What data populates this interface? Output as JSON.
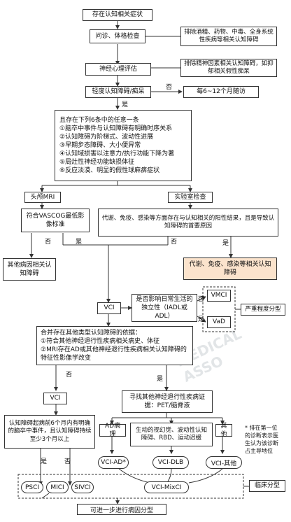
{
  "top": {
    "suspect": "存在认知相关症状",
    "exam": "问诊、体格检查",
    "exclude1": "排除酒精、药物、中毒、全身系统性疾病等相关认知障碍",
    "neuro": "神经心理评估",
    "exclude2": "排除精神因素相关认知障碍，如抑郁相关假性痴呆",
    "mild": "轻度认知障碍/痴呆",
    "no": "否",
    "followup": "每6~12个月随访",
    "yes": "是"
  },
  "criteria": {
    "title": "且存在下列6条中的任意一条",
    "items": [
      "①脑卒中事件与认知障碍有明确时序关系",
      "②认知障碍为阶梯式、波动性进展",
      "③早期步态障碍、大小便异常",
      "④认知域损害以注意力/执行功能下降为著",
      "⑤局灶性神经功能缺损体征",
      "⑥反应淡漠、明显的假性球麻痹症状"
    ]
  },
  "branches": {
    "mri": "头颅MRI",
    "lab": "实验室检查",
    "vascog": "符合VASCOG最低影像标准",
    "lab_result": "代谢、免疫、感染等方面存在与认知相关的阳性结果，且是导致认知障碍的首要原因",
    "no": "否",
    "yes": "是",
    "other": "其他病因相关认知障碍",
    "metabolic": "代谢、免疫、感染等相关认知障碍"
  },
  "middle": {
    "vci": "VCI",
    "adl_q": "是否影响日常生活的独立性（IADL或ADL）",
    "no": "否",
    "yes": "是",
    "vmci": "VMCI",
    "vad": "VaD",
    "severity": "严重程度分型",
    "merge_title": "合并存在其他类型认知障碍的依据：",
    "merge_1": "①符合其他神经退行性疾病相关病史、体征",
    "merge_2": "②MRI存在AD或其他神经退行性疾病相关认知障碍的特征性影像学改变"
  },
  "lower": {
    "no": "否",
    "yes": "是",
    "vci": "VCI",
    "onset": "认知障碍起病前6个月内有明确的脑卒中事件，且认知障碍持续至少3个月以上",
    "search": "寻找其他神经退行性疾病证据：PET/脑脊液",
    "ad": "AD病理",
    "dlb": "生动的视幻觉、波动性认知障碍、RBD、运动迟缓",
    "other": "其他",
    "note": "* 排在第一位的诊断表示医生认为该诊断占主导地位",
    "vci_ad": "VCI-AD*",
    "vci_dlb": "VCI-DLB",
    "vci_other": "VCI-其他",
    "psci": "PSCI",
    "mici": "MICI",
    "sivci": "SIVCI",
    "vci_mix": "VCI-MixCI",
    "clinical": "临床分型",
    "etiology": "可进一步进行病因分型"
  }
}
